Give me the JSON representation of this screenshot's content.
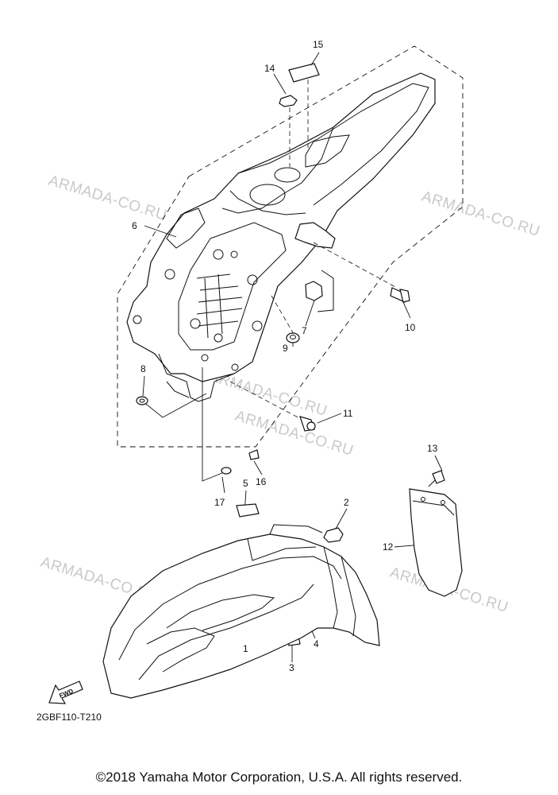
{
  "diagram": {
    "code": "2GBF110-T210",
    "fwd_label": "FWD",
    "callouts": [
      "1",
      "2",
      "3",
      "4",
      "5",
      "6",
      "7",
      "8",
      "9",
      "10",
      "11",
      "12",
      "13",
      "14",
      "15",
      "16",
      "17"
    ],
    "watermarks": [
      "ARMADA-CO.RU",
      "ARMADA-CO.RU",
      "ARMADA-CO.RU",
      "ARMADA-CO.RU",
      "ARMADA-CO.RU",
      "ARMADA-CO.RU"
    ]
  },
  "footer": {
    "copyright": "©2018 Yamaha Motor Corporation, U.S.A. All rights reserved."
  }
}
